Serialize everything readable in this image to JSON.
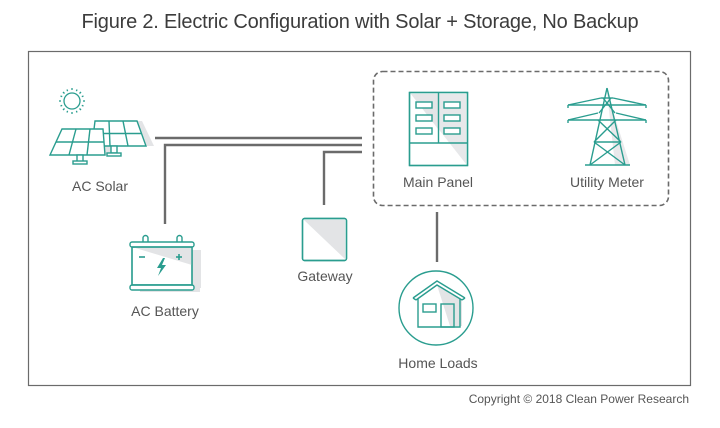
{
  "figure": {
    "title": "Figure 2. Electric Configuration with Solar + Storage, No Backup",
    "copyright": "Copyright © 2018 Clean Power Research"
  },
  "colors": {
    "icon_stroke": "#2a9d8f",
    "line": "#6b6b6b",
    "shadow": "#e3e4e6",
    "text": "#555555"
  },
  "nodes": [
    {
      "id": "ac-solar",
      "label": "AC Solar",
      "icon": "solar-panel-icon"
    },
    {
      "id": "ac-battery",
      "label": "AC Battery",
      "icon": "battery-icon"
    },
    {
      "id": "gateway",
      "label": "Gateway",
      "icon": "gateway-icon"
    },
    {
      "id": "main-panel",
      "label": "Main Panel",
      "icon": "electrical-panel-icon"
    },
    {
      "id": "utility-meter",
      "label": "Utility Meter",
      "icon": "transmission-tower-icon"
    },
    {
      "id": "home-loads",
      "label": "Home Loads",
      "icon": "house-icon"
    }
  ],
  "connections": [
    {
      "from": "ac-solar",
      "to": "main-panel"
    },
    {
      "from": "ac-battery",
      "to": "main-panel"
    },
    {
      "from": "gateway",
      "to": "main-panel"
    },
    {
      "from": "main-panel",
      "to": "home-loads"
    }
  ],
  "groups": [
    {
      "members": [
        "main-panel",
        "utility-meter"
      ],
      "style": "dashed"
    }
  ]
}
